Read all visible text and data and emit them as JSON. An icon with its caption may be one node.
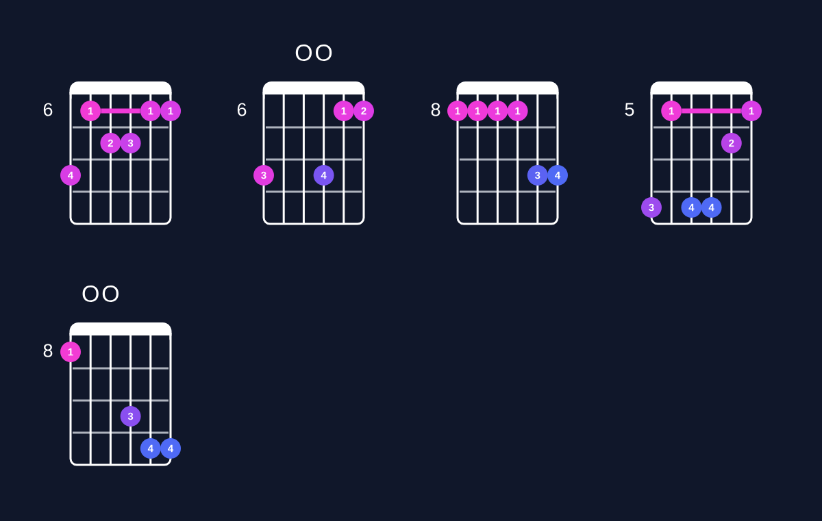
{
  "diagram": {
    "nodes": [
      {
        "text": [
          "1"
        ]
      },
      {
        "text": [
          "1"
        ]
      },
      {
        "text": [
          "1"
        ]
      },
      {
        "text": [
          "2"
        ]
      },
      {
        "text": [
          "3"
        ]
      },
      {
        "text": [
          "4"
        ]
      },
      {
        "text": [
          "1"
        ]
      },
      {
        "text": [
          "2"
        ]
      },
      {
        "text": [
          "3"
        ]
      },
      {
        "text": [
          "4"
        ]
      },
      {
        "text": [
          "1"
        ]
      },
      {
        "text": [
          "1"
        ]
      },
      {
        "text": [
          "1"
        ]
      },
      {
        "text": [
          "1"
        ]
      },
      {
        "text": [
          "3"
        ]
      },
      {
        "text": [
          "4"
        ]
      },
      {
        "text": [
          "1"
        ]
      },
      {
        "text": [
          "1"
        ]
      },
      {
        "text": [
          "2"
        ]
      },
      {
        "text": [
          "3"
        ]
      },
      {
        "text": [
          "4"
        ]
      },
      {
        "text": [
          "4"
        ]
      },
      {
        "text": [
          "1"
        ]
      },
      {
        "text": [
          "3"
        ]
      },
      {
        "text": [
          "4"
        ]
      },
      {
        "text": [
          "4"
        ]
      }
    ],
    "edges": [
      {
        "from": 0,
        "to": 1,
        "arrow": "none",
        "color": "#f03ad8"
      },
      {
        "from": 16,
        "to": 17,
        "arrow": "none",
        "color": "#f03ad8"
      }
    ],
    "labels": [
      "O",
      "O",
      "6",
      "6",
      "8",
      "5",
      "O",
      "O",
      "8"
    ]
  }
}
